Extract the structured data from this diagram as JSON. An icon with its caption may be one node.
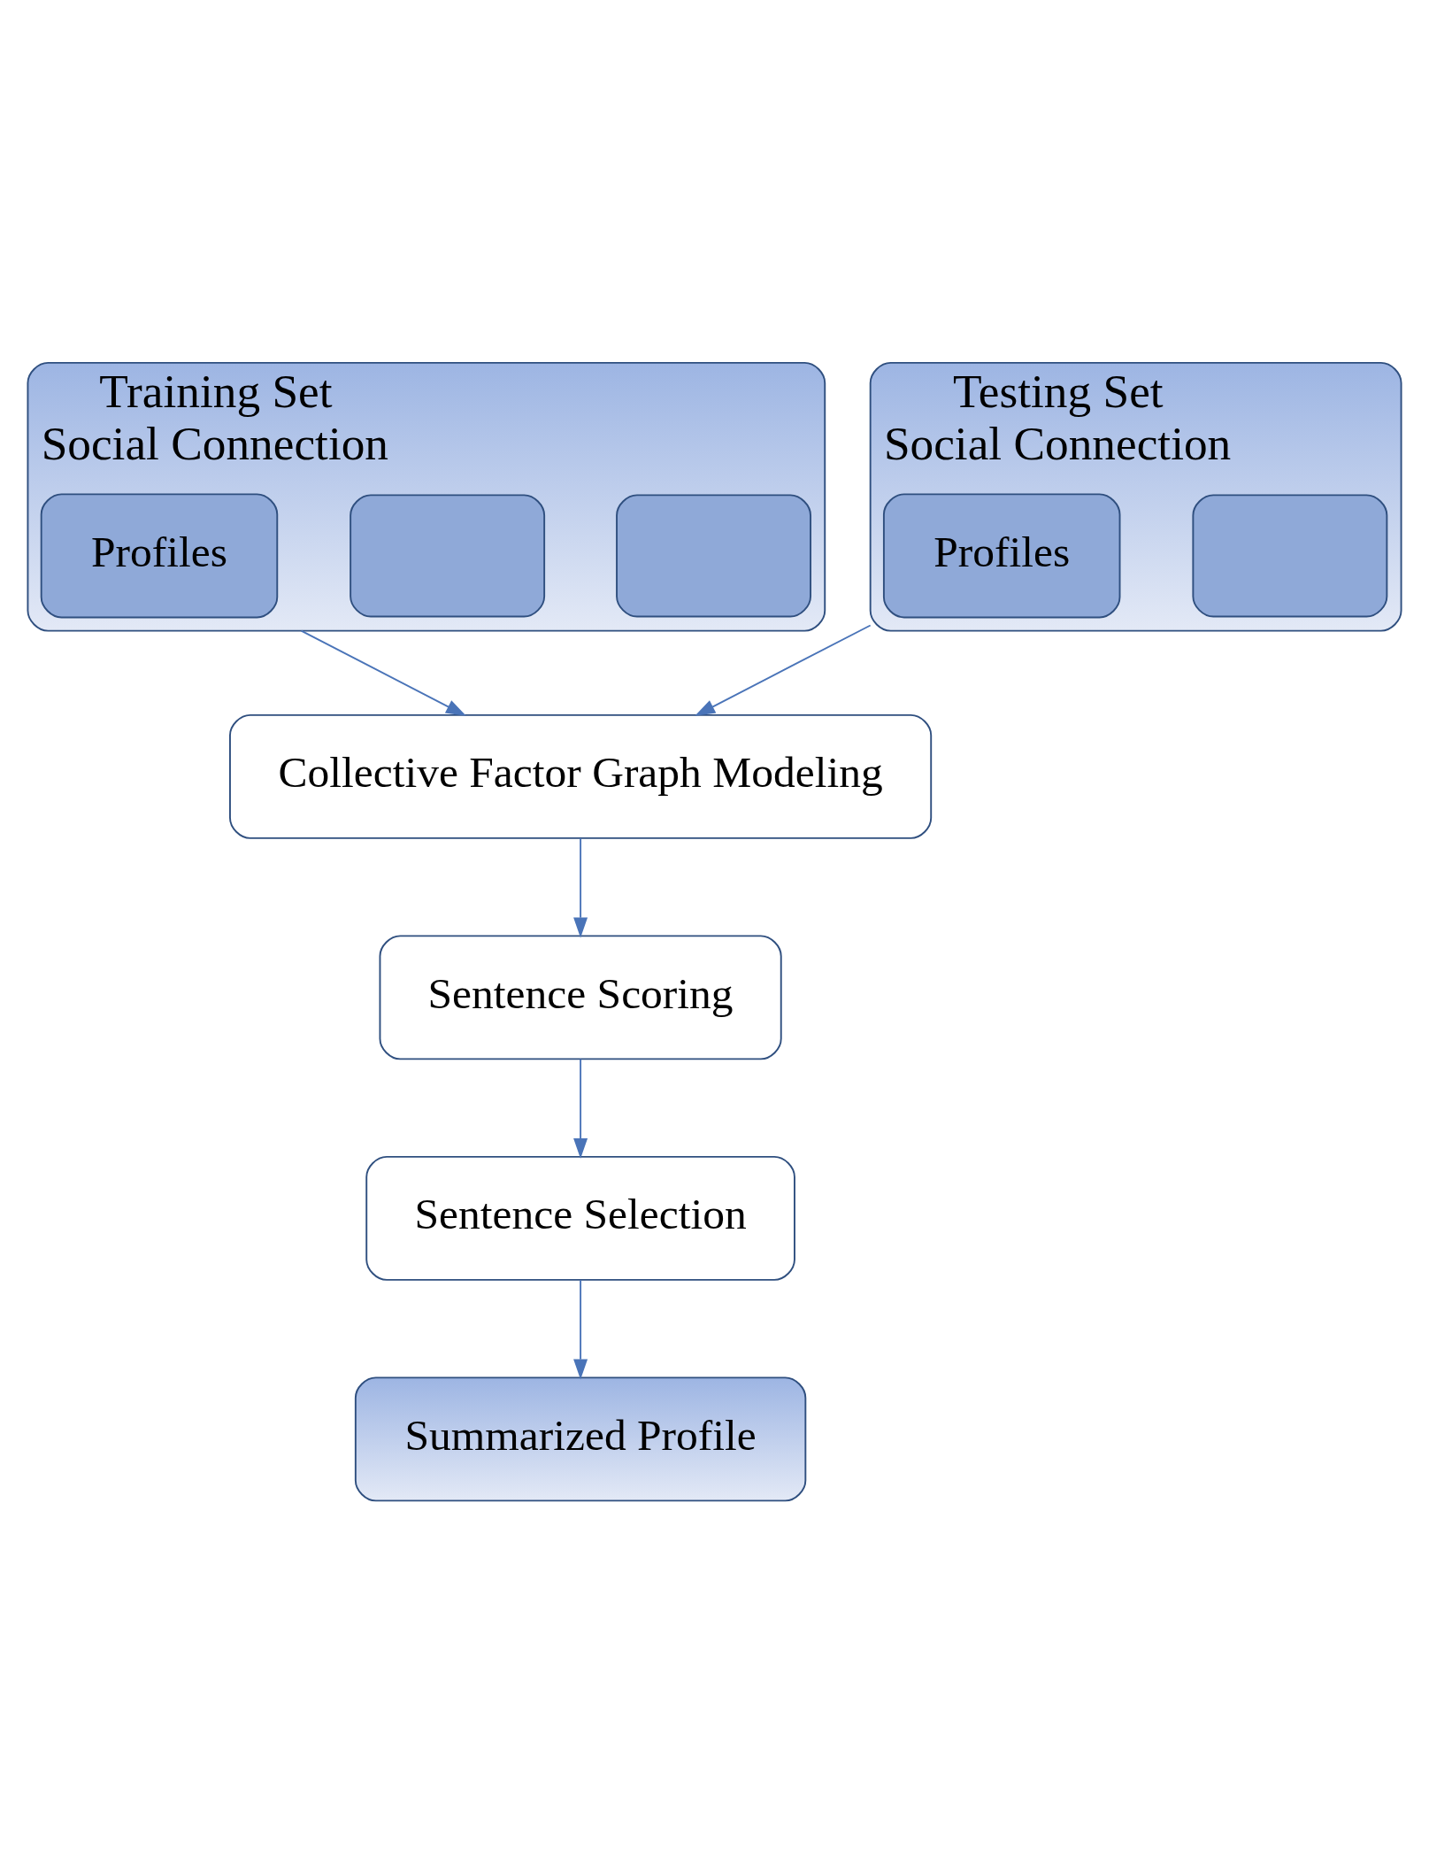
{
  "diagram": {
    "nodes": [
      {
        "text": [
          "Training Set",
          "Social Connection"
        ]
      },
      {
        "text": [],
        "shape": "box",
        "in": 0
      },
      {
        "text": [],
        "shape": "box",
        "in": 0
      },
      {
        "text": [
          "Profiles"
        ],
        "in": 0
      },
      {
        "text": [
          "Testing Set",
          "Social Connection"
        ]
      },
      {
        "text": [],
        "shape": "box",
        "in": 4
      },
      {
        "text": [
          "Profiles"
        ],
        "in": 4
      },
      {
        "text": [
          "Collective Factor Graph Modeling"
        ]
      },
      {
        "text": [
          "Sentence Scoring"
        ]
      },
      {
        "text": [
          "Sentence Selection"
        ]
      },
      {
        "text": [
          "Summarized Profile"
        ]
      }
    ],
    "edges": [
      {
        "from": 0,
        "to": 7,
        "arrow": "to"
      },
      {
        "from": 4,
        "to": 7,
        "arrow": "to"
      },
      {
        "from": 7,
        "to": 8,
        "arrow": "to"
      },
      {
        "from": 8,
        "to": 9,
        "arrow": "to"
      },
      {
        "from": 9,
        "to": 10,
        "arrow": "to"
      }
    ]
  }
}
